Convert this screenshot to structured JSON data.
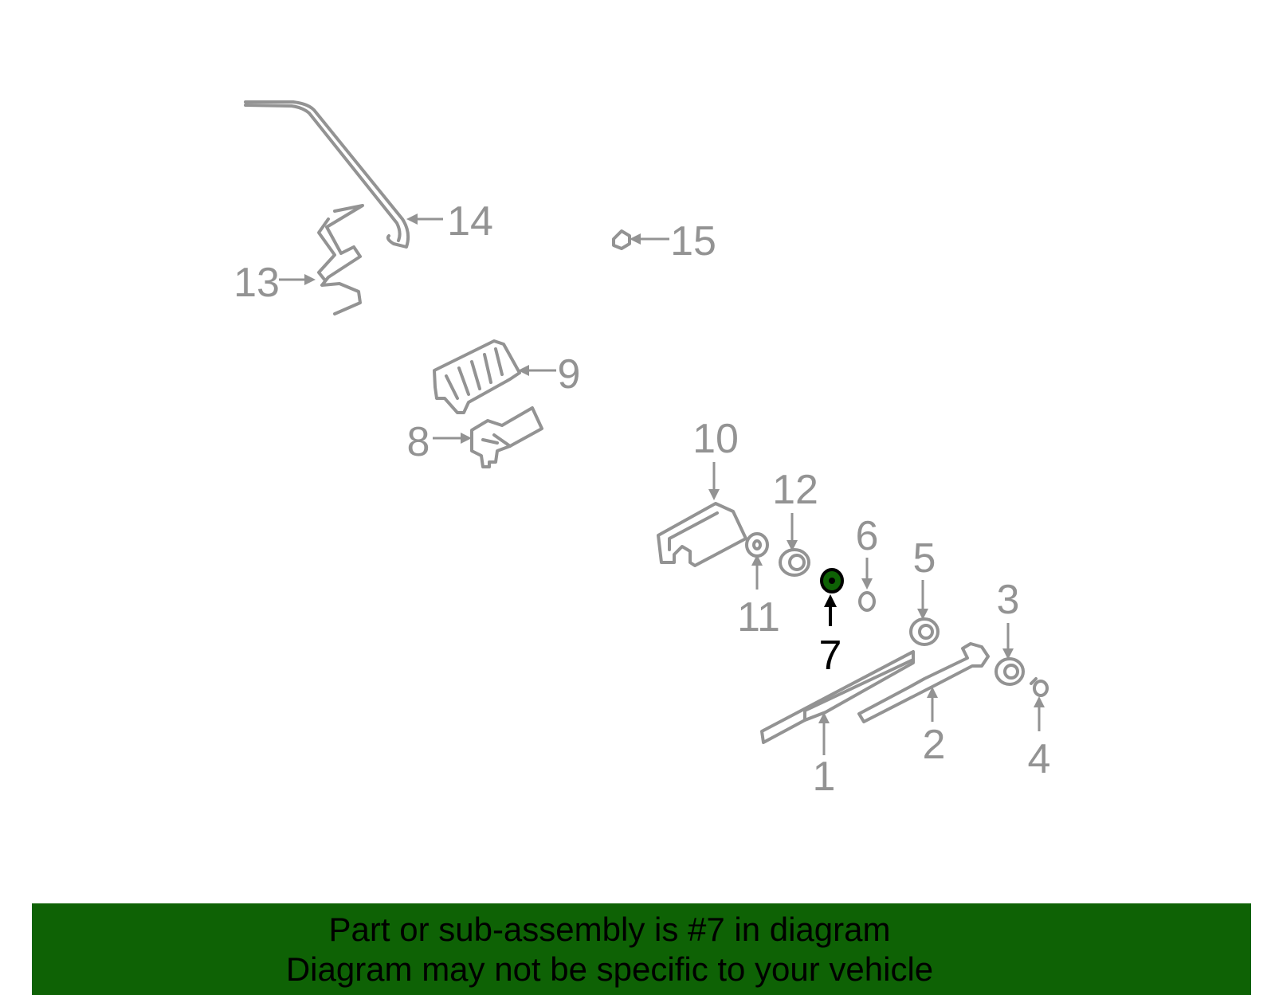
{
  "callouts": [
    "1",
    "2",
    "3",
    "4",
    "5",
    "6",
    "7",
    "8",
    "9",
    "10",
    "11",
    "12",
    "13",
    "14",
    "15"
  ],
  "highlight": {
    "part": "7",
    "color": "#0e6205"
  },
  "colors": {
    "part_line": "#939393",
    "banner_bg": "#0e6205",
    "text_dark": "#000000"
  },
  "banner": {
    "line1": "Part or sub-assembly is #7 in diagram",
    "line2": "Diagram may not be specific to your vehicle"
  }
}
